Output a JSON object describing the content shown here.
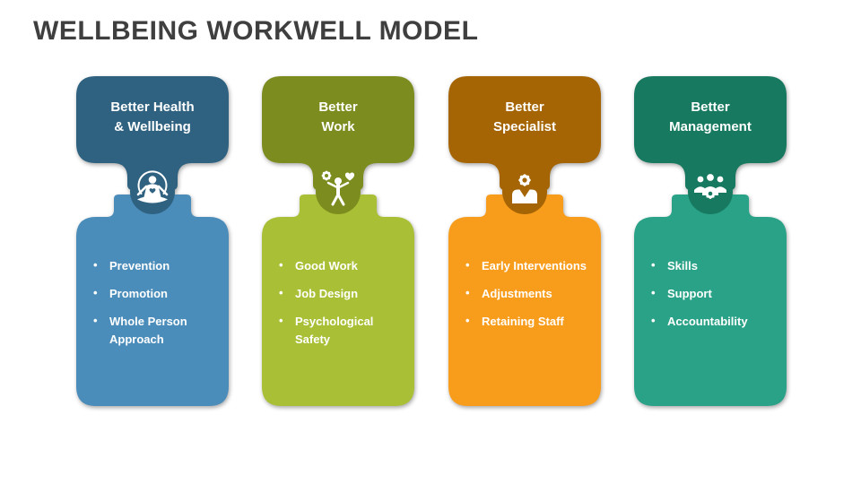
{
  "slide": {
    "title": "WELLBEING WORKWELL MODEL",
    "title_color": "#3f3f3f",
    "background_color": "#ffffff",
    "text_on_shape_color": "#ffffff"
  },
  "columns": [
    {
      "id": "better-health-wellbeing",
      "title_lines": [
        "Better Health",
        "& Wellbeing"
      ],
      "icon": "meditation-icon",
      "header_color": "#2f6280",
      "body_color": "#4a8cba",
      "items": [
        "Prevention",
        "Promotion",
        "Whole Person Approach"
      ]
    },
    {
      "id": "better-work",
      "title_lines": [
        "Better",
        "Work"
      ],
      "icon": "work-life-balance-icon",
      "header_color": "#7d8c1f",
      "body_color": "#a9bf35",
      "items": [
        "Good Work",
        "Job Design",
        "Psychological Safety"
      ]
    },
    {
      "id": "better-specialist",
      "title_lines": [
        "Better",
        "Specialist"
      ],
      "icon": "specialist-gear-icon",
      "header_color": "#a56504",
      "body_color": "#f89c1b",
      "items": [
        "Early Interventions",
        "Adjustments",
        "Retaining Staff"
      ]
    },
    {
      "id": "better-management",
      "title_lines": [
        "Better",
        "Management"
      ],
      "icon": "team-management-icon",
      "header_color": "#17795f",
      "body_color": "#2aa287",
      "items": [
        "Skills",
        "Support",
        "Accountability"
      ]
    }
  ]
}
